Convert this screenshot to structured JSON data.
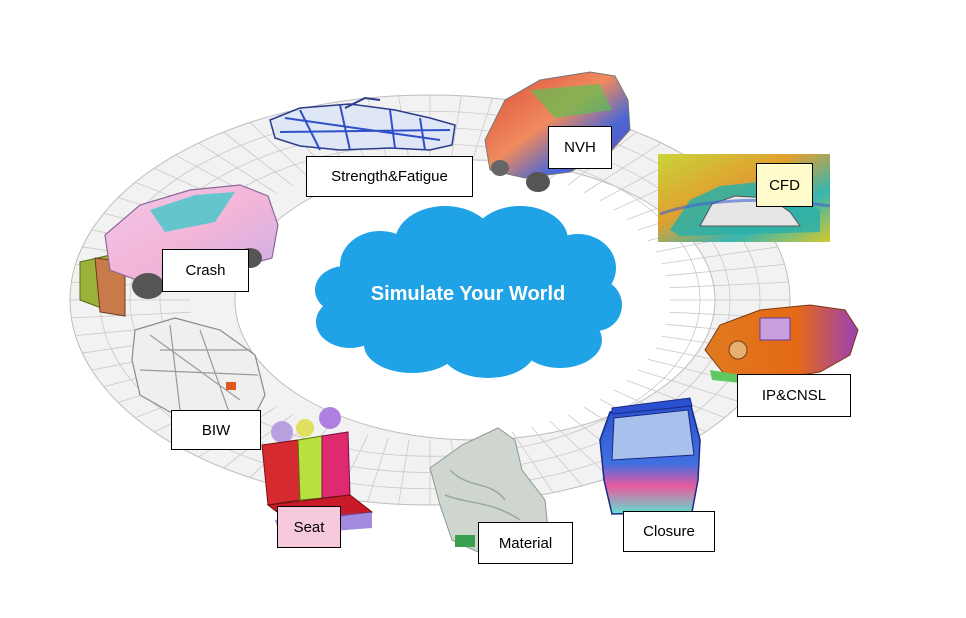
{
  "center": {
    "text": "Simulate Your World",
    "color": "#1fa3e6"
  },
  "ring": {
    "fill": "#f2f2f2",
    "grid_color": "#c9c9c9"
  },
  "labels": {
    "strength_fatigue": "Strength&Fatigue",
    "nvh": "NVH",
    "cfd": "CFD",
    "crash": "Crash",
    "ip_cnsl": "IP&CNSL",
    "biw": "BIW",
    "seat": "Seat",
    "material": "Material",
    "closure": "Closure"
  }
}
